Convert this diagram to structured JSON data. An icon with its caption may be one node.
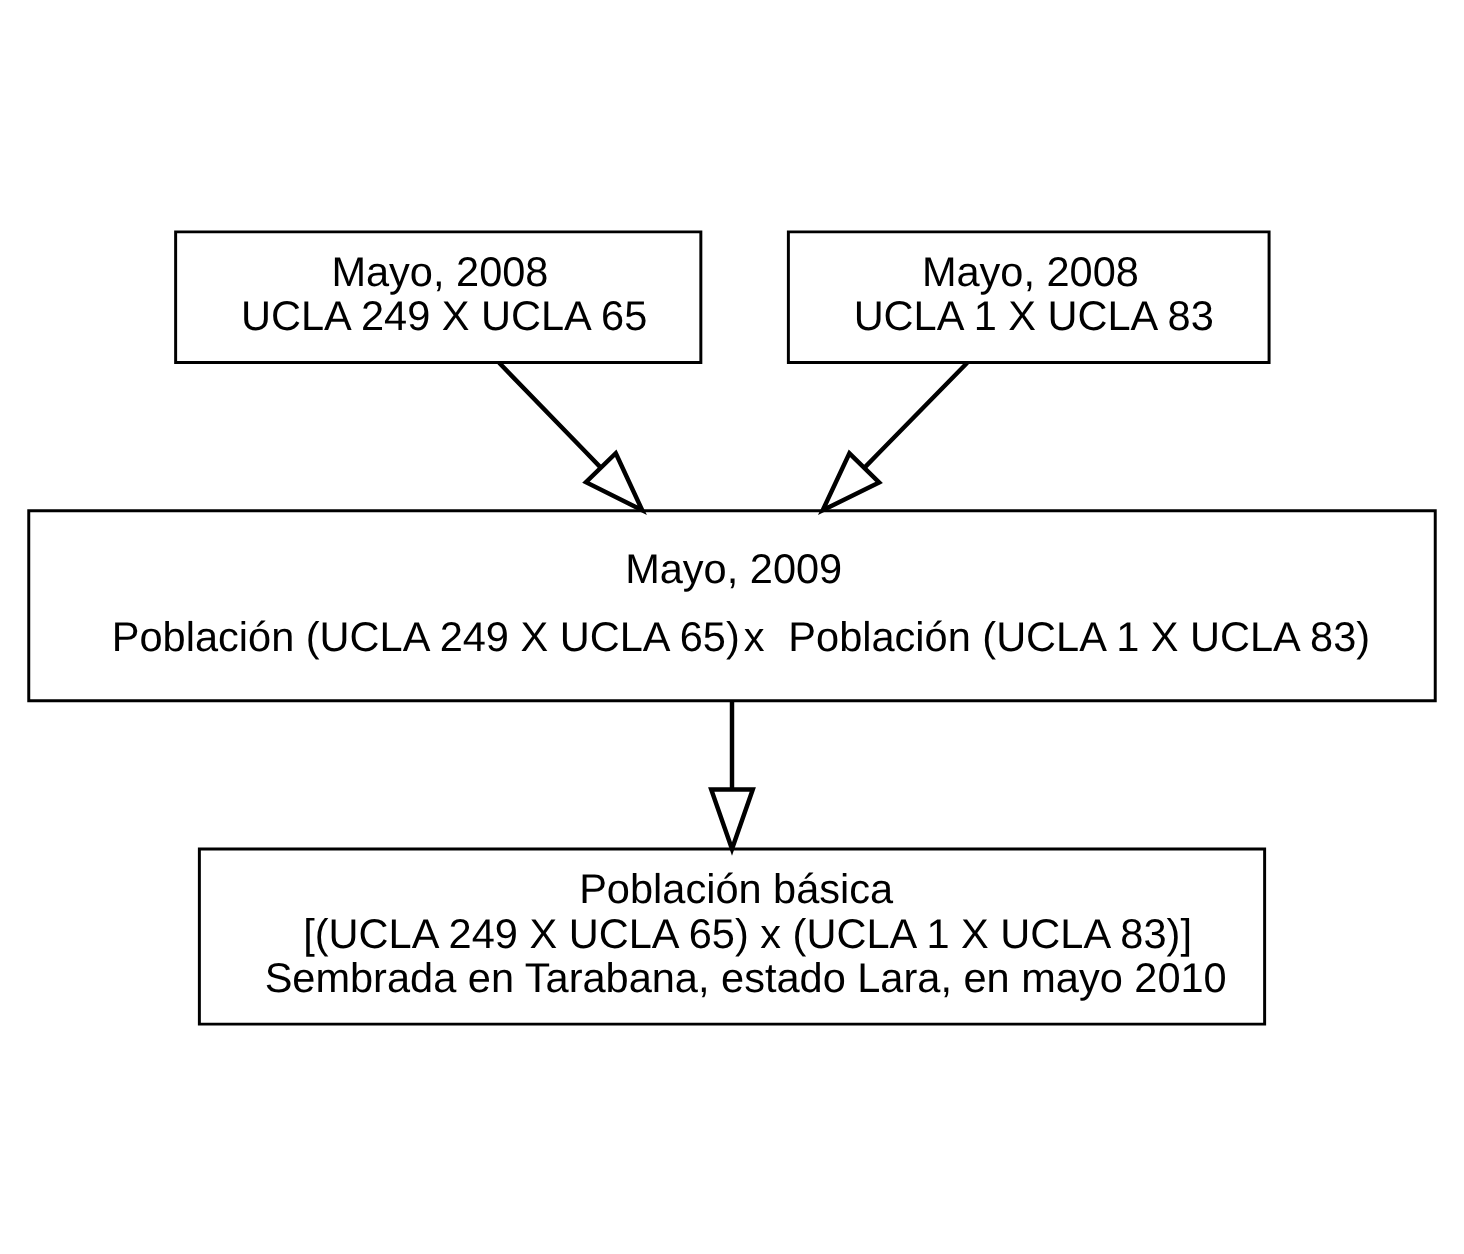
{
  "diagram": {
    "nodes": [
      {
        "text": [
          "Mayo, 2008",
          "UCLA 249 X UCLA 65"
        ]
      },
      {
        "text": [
          "Mayo, 2008",
          "UCLA 1 X UCLA 83"
        ]
      },
      {
        "text": [
          "Mayo, 2009",
          "Población (UCLA 249 X UCLA 65)",
          "x",
          "Población (UCLA 1 X UCLA 83)"
        ]
      },
      {
        "text": [
          "Población básica",
          "[(UCLA 249 X UCLA 65) x (UCLA 1 X UCLA 83)]",
          "Sembrada en Tarabana, estado Lara, en mayo 2010"
        ]
      }
    ],
    "edges": [
      {
        "from": 0,
        "to": 2,
        "arrow": "to"
      },
      {
        "from": 1,
        "to": 2,
        "arrow": "to"
      },
      {
        "from": 2,
        "to": 3,
        "arrow": "to"
      }
    ]
  }
}
